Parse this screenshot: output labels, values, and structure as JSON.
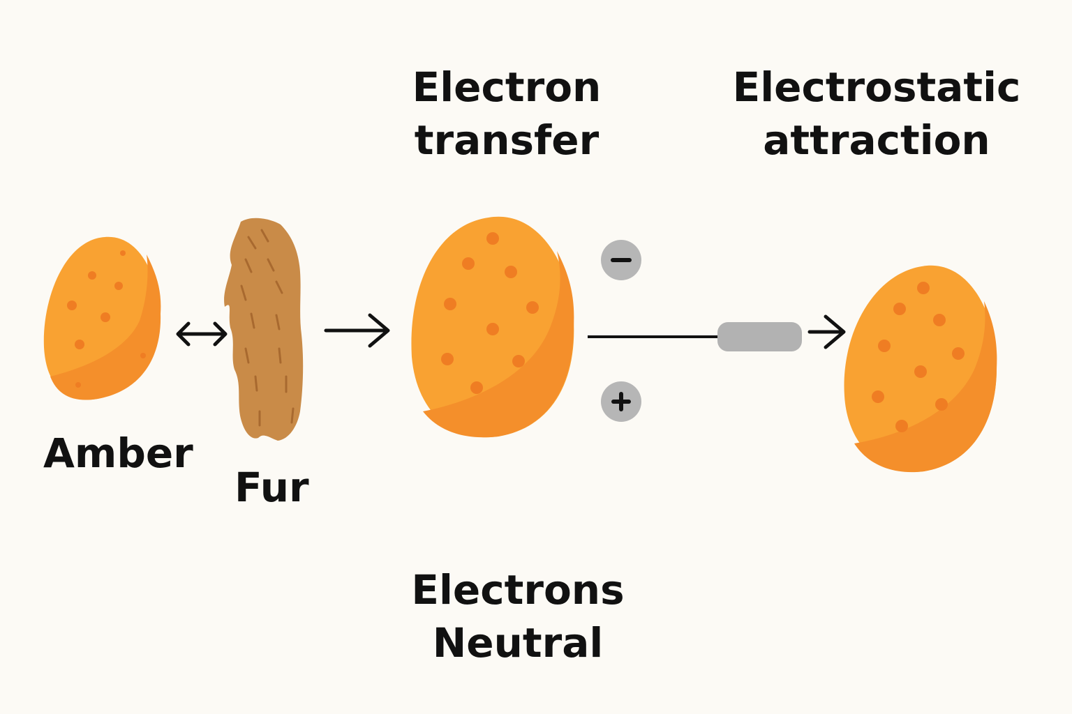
{
  "labels": {
    "amber": "Amber",
    "fur": "Fur",
    "electron_transfer": [
      "Electron",
      "transfer"
    ],
    "electrostatic_attraction": [
      "Electrostatic",
      "attraction"
    ],
    "electrons_neutral": [
      "Electrons",
      "Neutral"
    ]
  },
  "symbols": {
    "double_arrow": "↔",
    "arrow": "→",
    "negative_charge": "−",
    "positive_charge": "+"
  },
  "colors": {
    "background": "#fcfaf5",
    "amber_fill": "#f9a232",
    "amber_shade": "#f48f2b",
    "amber_dots": "#ef7d23",
    "fur": "#c98b48",
    "fur_strokes": "#a8692f",
    "charge_circle": "#b6b6b6",
    "rod": "#b2b2b2",
    "ink": "#111111"
  }
}
